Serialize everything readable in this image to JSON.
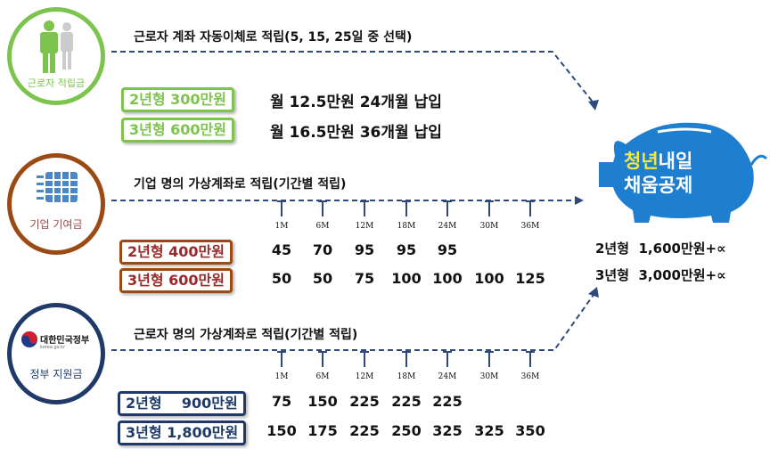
{
  "colors": {
    "green": "#7dc44e",
    "brown": "#9a4a12",
    "navy": "#1f3a68",
    "pig": "#1e7fd0",
    "yellow": "#f5e642"
  },
  "worker": {
    "circle_label": "근로자 적립금",
    "description": "근로자 계좌 자동이체로 적립(5, 15, 25일 중 선택)",
    "plans": [
      {
        "label": "2년형 300만원",
        "detail": "월 12.5만원 24개월 납입"
      },
      {
        "label": "3년형 600만원",
        "detail": "월 16.5만원 36개월 납입"
      }
    ]
  },
  "company": {
    "circle_label": "기업 기여금",
    "description": "기업 명의 가상계좌로 적립(기간별 적립)",
    "periods": [
      "1M",
      "6M",
      "12M",
      "18M",
      "24M",
      "30M",
      "36M"
    ],
    "plans": [
      {
        "label": "2년형 400만원",
        "values": [
          "45",
          "70",
          "95",
          "95",
          "95"
        ]
      },
      {
        "label": "3년형 600만원",
        "values": [
          "50",
          "50",
          "75",
          "100",
          "100",
          "100",
          "125"
        ]
      }
    ]
  },
  "government": {
    "circle_label": "정부 지원금",
    "logo_text": "대한민국정부",
    "logo_sub": "korea.go.kr",
    "description": "근로자 명의 가상계좌로 적립(기간별 적립)",
    "periods": [
      "1M",
      "6M",
      "12M",
      "18M",
      "24M",
      "30M",
      "36M"
    ],
    "plans": [
      {
        "label": "2년형    900만원",
        "values": [
          "75",
          "150",
          "225",
          "225",
          "225"
        ]
      },
      {
        "label": "3년형 1,800만원",
        "values": [
          "150",
          "175",
          "225",
          "250",
          "325",
          "325",
          "350"
        ]
      }
    ]
  },
  "result": {
    "title_highlight": "청년",
    "title_rest": "내일",
    "title_line2": "채움공제",
    "totals": [
      {
        "type": "2년형",
        "amount": "1,600만원+∝"
      },
      {
        "type": "3년형",
        "amount": "3,000만원+∝"
      }
    ]
  }
}
